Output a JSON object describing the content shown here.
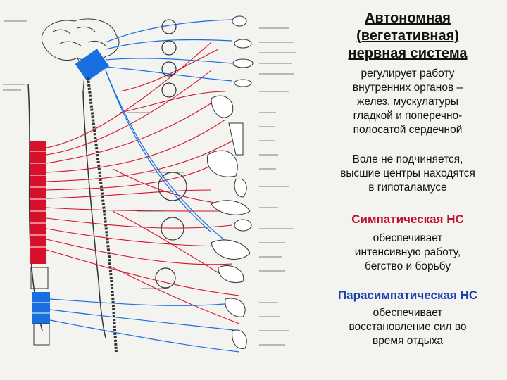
{
  "panel": {
    "title": [
      "Автономная",
      "(вегетативная)",
      "нервная система"
    ],
    "regulates": [
      "регулирует работу",
      "внутренних органов –",
      "желез, мускулатуры",
      "гладкой и поперечно-",
      "полосатой сердечной"
    ],
    "will": [
      "Воле не подчиняется,",
      "высшие центры находятся",
      "в гипоталамусе"
    ],
    "sympathetic": {
      "heading": "Симпатическая НС",
      "lines": [
        "обеспечивает",
        "интенсивную работу,",
        "бегство и борьбу"
      ]
    },
    "parasympathetic": {
      "heading": "Парасимпатическая НС",
      "lines": [
        "обеспечивает",
        "восстановление сил во",
        "время отдыха"
      ]
    }
  },
  "colors": {
    "sympathetic": "#d8112b",
    "parasympathetic": "#1a6fe0",
    "background": "#f3f3ef"
  }
}
